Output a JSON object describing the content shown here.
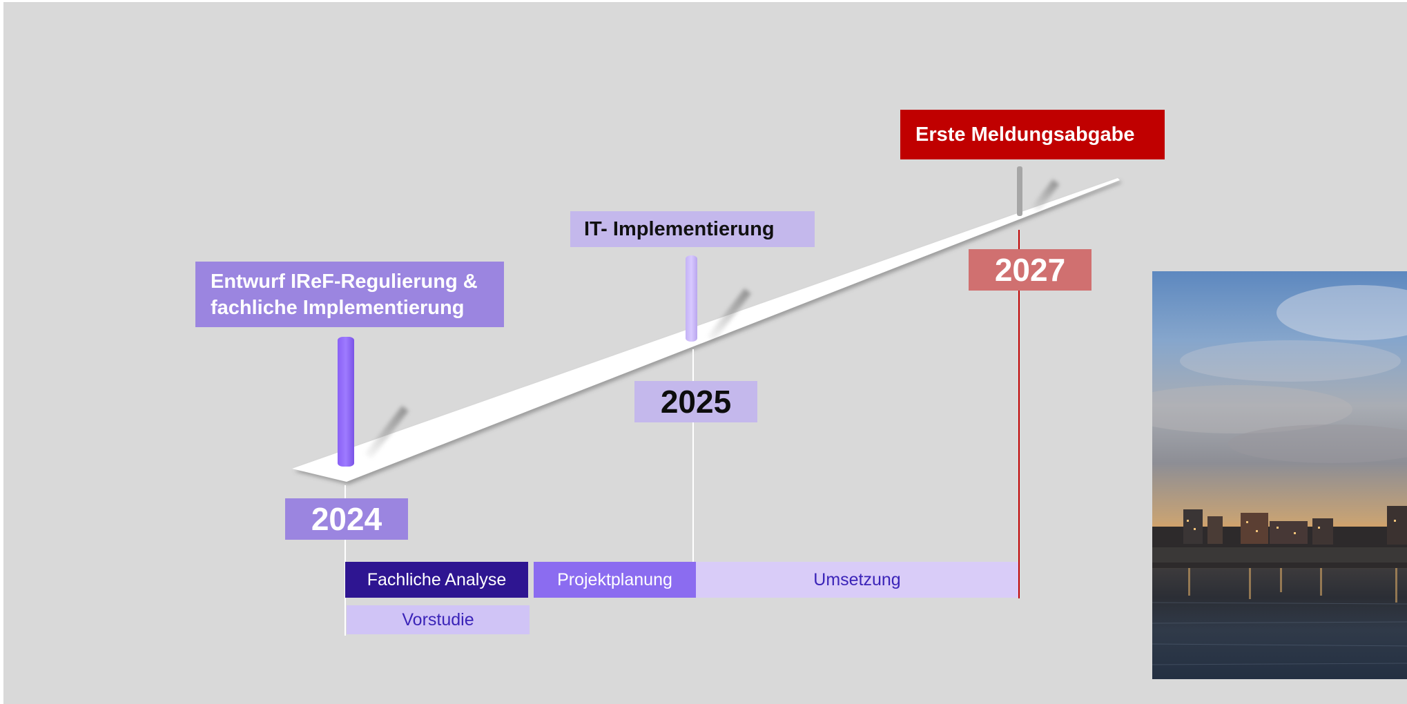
{
  "milestones": {
    "draft": "Entwurf  IReF-Regulierung & fachliche Implementierung",
    "it": "IT- Implementierung",
    "first_report": "Erste Meldungsabgabe"
  },
  "years": {
    "y2024": "2024",
    "y2025": "2025",
    "y2027": "2027"
  },
  "phases": {
    "analysis": "Fachliche Analyse",
    "planning": "Projektplanung",
    "implementation": "Umsetzung",
    "prestudy": "Vorstudie"
  },
  "colors": {
    "background": "#d9d9d9",
    "purple_label": "#9b85e0",
    "lilac_label": "#c4b8ec",
    "deadline_red": "#c00000",
    "year_2027": "#d07070",
    "analysis_dark": "#2e1591",
    "planning_purple": "#8b6cf0",
    "implementation_light": "#d9ccf8",
    "prestudy_light": "#d0c4f6"
  },
  "photo": {
    "icon": "city-waterfront-photo"
  }
}
